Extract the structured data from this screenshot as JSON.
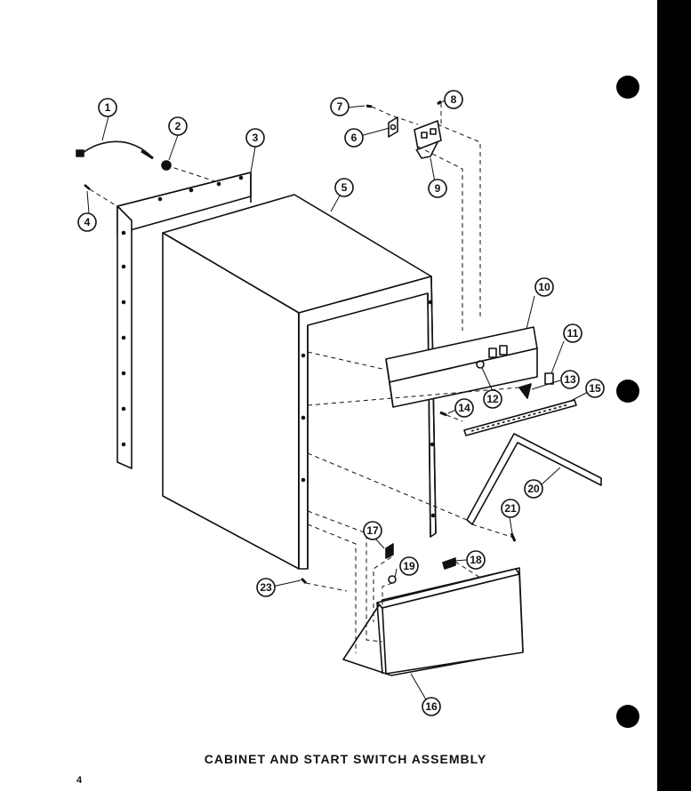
{
  "caption": "CABINET AND START SWITCH ASSEMBLY",
  "page_number": "4",
  "callouts": [
    "1",
    "2",
    "3",
    "4",
    "5",
    "6",
    "7",
    "8",
    "9",
    "10",
    "11",
    "12",
    "13",
    "14",
    "15",
    "16",
    "17",
    "18",
    "19",
    "20",
    "21",
    "23"
  ],
  "colors": {
    "ink": "#111111",
    "paper": "#ffffff"
  }
}
